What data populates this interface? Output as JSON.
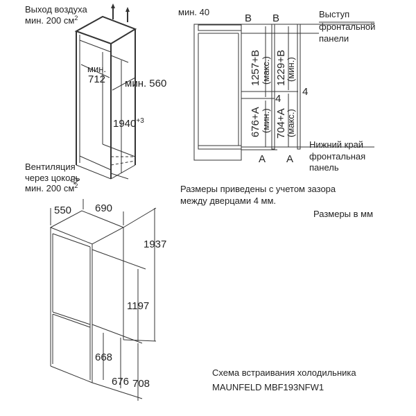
{
  "niche": {
    "air_out_line1": "Выход воздуха",
    "air_out_line2": "мин. 200 см",
    "sup2": "2",
    "min_label": "мин.",
    "width": "712",
    "depth": "мин. 560",
    "height": "1940",
    "height_tol": "+3",
    "vent_line1": "Вентиляция",
    "vent_line2": "через цоколь",
    "vent_line3": "мин. 200 см"
  },
  "door_section": {
    "min_gap": "мин. 40",
    "b_label": "B",
    "a_label": "A",
    "upper_max": "1257+B",
    "upper_max_note": "(макс.)",
    "upper_min": "1229+B",
    "upper_min_note": "(мин.)",
    "lower_min": "676+A",
    "lower_min_note": "(мин.)",
    "lower_max": "704+A",
    "lower_max_note": "(макс.)",
    "gap": "4",
    "top_note": [
      "Выступ",
      "фронтальной",
      "панели"
    ],
    "bottom_note": [
      "Нижний край",
      "фронтальная",
      "панель"
    ]
  },
  "notes": {
    "gap_note_line1": "Размеры приведены с учетом зазора",
    "gap_note_line2": "между дверцами 4 мм.",
    "units": "Размеры в мм"
  },
  "appliance": {
    "depth": "550",
    "width": "690",
    "height": "1937",
    "upper": "1197",
    "lower1": "668",
    "lower2": "676",
    "lower3": "708"
  },
  "caption": {
    "line1": "Схема встраивания холодильника",
    "line2": "MAUNFELD MBF193NFW1"
  }
}
